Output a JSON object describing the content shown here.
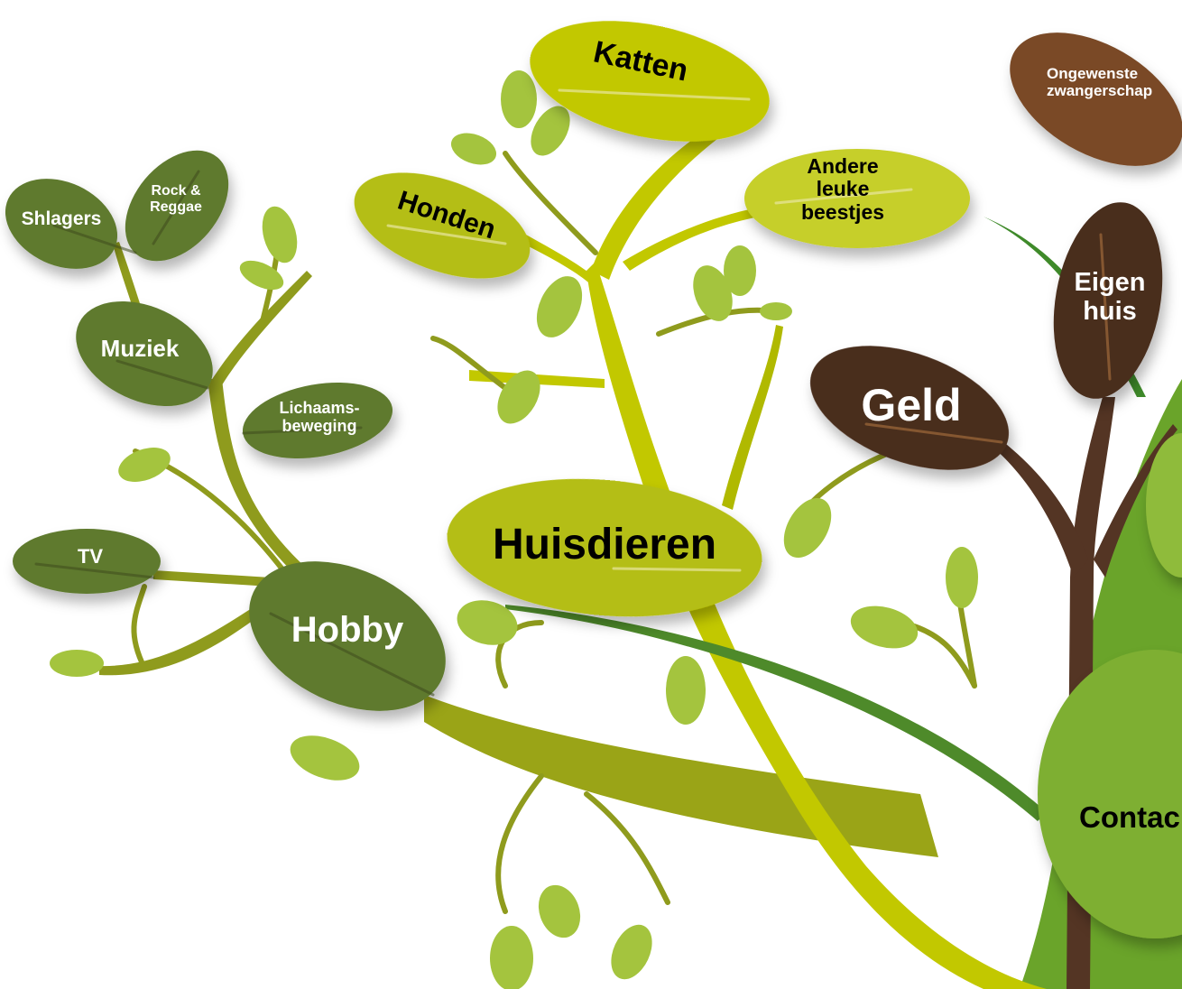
{
  "colors": {
    "dark_green": "#5e7a2e",
    "lime": "#b8c414",
    "lime_light": "#c6cf2a",
    "brown": "#4a2e1e",
    "brown_light": "#7a4a26",
    "leaf_small": "#9fc03a",
    "trunk_green": "#6aa42a"
  },
  "nodes": {
    "shlagers": "Shlagers",
    "rock_reggae": "Rock &\nReggae",
    "muziek": "Muziek",
    "lichaamsbeweging": "Lichaams-\nbeweging",
    "tv": "TV",
    "hobby": "Hobby",
    "honden": "Honden",
    "katten": "Katten",
    "andere": "Andere\nleuke\nbeestjes",
    "huisdieren": "Huisdieren",
    "geld": "Geld",
    "eigen_huis": "Eigen\nhuis",
    "ongewenste": "Ongewenste\nzwangerschap",
    "contact": "Contac"
  }
}
